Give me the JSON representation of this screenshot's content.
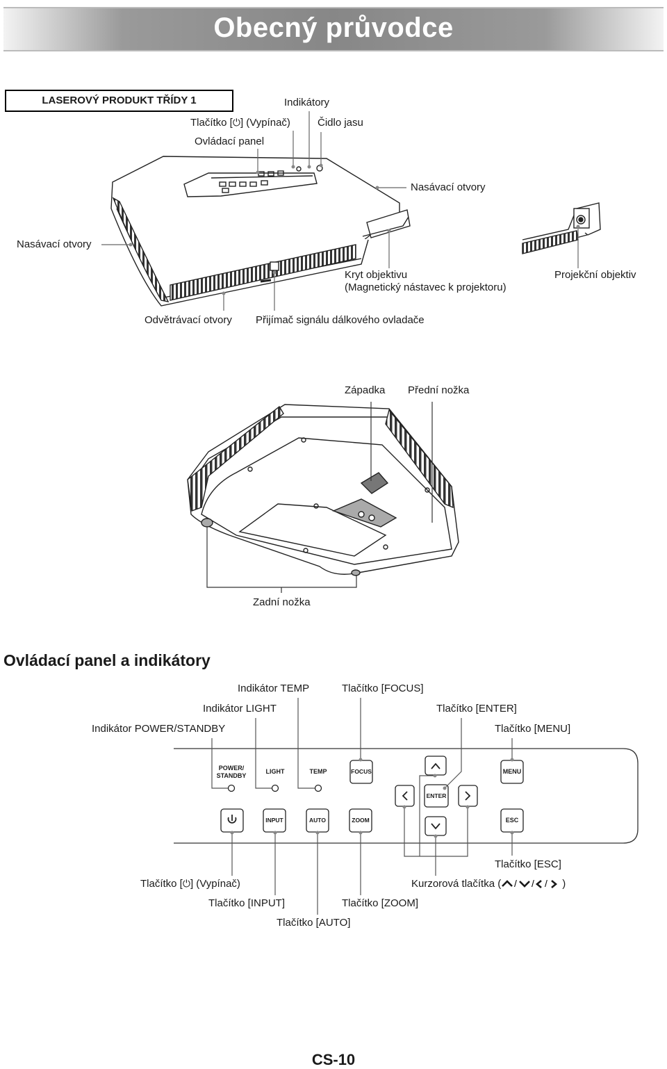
{
  "title": "Obecný průvodce",
  "laser_label": "LASEROVÝ PRODUKT TŘÍDY 1",
  "top_view": {
    "indicators": "Indikátory",
    "power_button_prefix": "Tlačítko [",
    "power_button_suffix": "] (Vypínač)",
    "brightness_sensor": "Čidlo jasu",
    "control_panel": "Ovládací panel",
    "intake_right": "Nasávací otvory",
    "intake_left": "Nasávací otvory",
    "lens_cover_line1": "Kryt objektivu",
    "lens_cover_line2": "(Magnetický nástavec k projektoru)",
    "projection_lens": "Projekční objektiv",
    "exhaust_vents": "Odvětrávací otvory",
    "remote_receiver": "Přijímač signálu dálkového ovladače"
  },
  "bottom_view": {
    "latch": "Západka",
    "front_foot": "Přední nožka",
    "rear_foot": "Zadní nožka"
  },
  "section_heading": "Ovládací panel a indikátory",
  "panel_labels": {
    "temp_indicator": "Indikátor TEMP",
    "focus_button": "Tlačítko [FOCUS]",
    "light_indicator": "Indikátor LIGHT",
    "enter_button": "Tlačítko [ENTER]",
    "power_indicator": "Indikátor POWER/STANDBY",
    "menu_button": "Tlačítko [MENU]",
    "esc_button": "Tlačítko [ESC]",
    "power_button_prefix": "Tlačítko [",
    "power_button_suffix": "] (Vypínač)",
    "cursor_buttons_prefix": "Kurzorová tlačítka (",
    "cursor_buttons_suffix": ")",
    "input_button": "Tlačítko [INPUT]",
    "zoom_button": "Tlačítko [ZOOM]",
    "auto_button": "Tlačítko [AUTO]"
  },
  "panel_keys": {
    "power_standby_line1": "POWER/",
    "power_standby_line2": "STANDBY",
    "light": "LIGHT",
    "temp": "TEMP",
    "focus": "FOCUS",
    "menu": "MENU",
    "enter": "ENTER",
    "input": "INPUT",
    "auto": "AUTO",
    "zoom": "ZOOM",
    "esc": "ESC"
  },
  "icons": {
    "power": "power-icon",
    "up": "chevron-up-icon",
    "down": "chevron-down-icon",
    "left": "chevron-left-icon",
    "right": "chevron-right-icon"
  },
  "page_number": "CS-10"
}
